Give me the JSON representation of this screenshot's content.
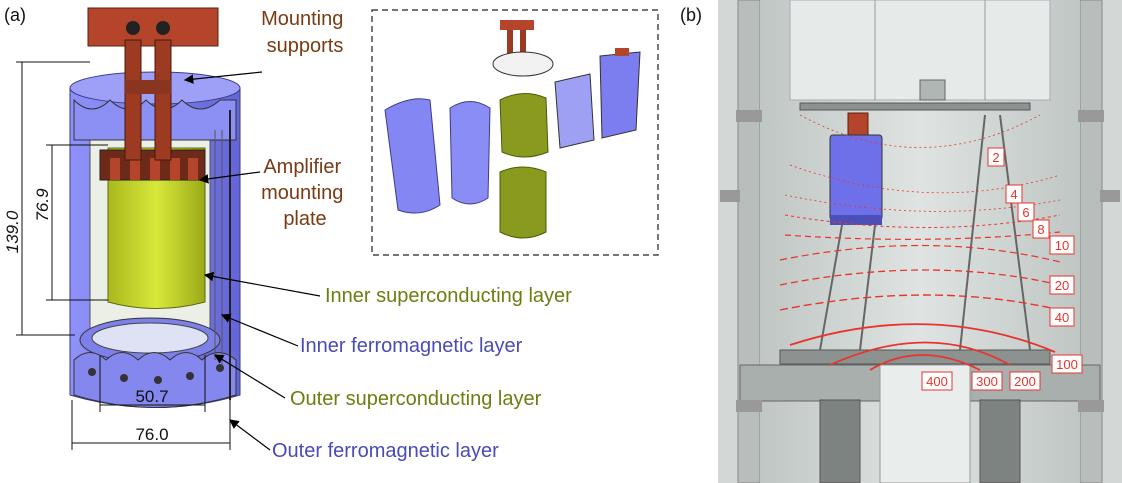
{
  "panel_a": {
    "tag": "(a)",
    "labels": {
      "mounting_supports": [
        "Mounting",
        "supports"
      ],
      "amplifier_plate": [
        "Amplifier",
        "mounting",
        "plate"
      ],
      "inner_sc": "Inner superconducting layer",
      "inner_fm": "Inner ferromagnetic layer",
      "outer_sc": "Outer superconducting layer",
      "outer_fm": "Outer ferromagnetic layer"
    },
    "dimensions": {
      "height_total": "139.0",
      "height_inner": "76.9",
      "width_inner": "50.7",
      "width_outer": "76.0"
    },
    "colors": {
      "support_red": "#b5452a",
      "ferro_blue": "#7b7df0",
      "sc_green": "#8a9a1e",
      "label_brown": "#7a3b14",
      "label_green": "#6b7f10",
      "label_blue": "#4a4ab8"
    }
  },
  "panel_b": {
    "tag": "(b)",
    "contour_labels": [
      "2",
      "4",
      "6",
      "8",
      "10",
      "20",
      "40",
      "100",
      "400",
      "300",
      "200"
    ],
    "colors": {
      "contour_red": "#e8342c",
      "chamber_gray": "#c9cecc"
    }
  }
}
